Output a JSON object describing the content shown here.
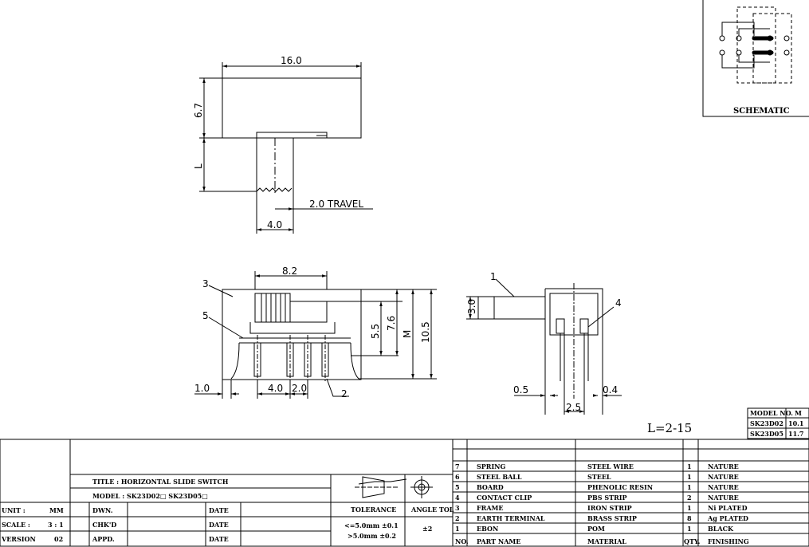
{
  "top_view": {
    "width_dim": "16.0",
    "height_dim": "6.7",
    "lever_length_dim": "L",
    "lever_width_dim": "4.0",
    "travel_label": "2.0 TRAVEL"
  },
  "front_view": {
    "top_dim": "8.2",
    "dim_a": "5.5",
    "dim_b": "7.6",
    "dim_m": "M",
    "dim_c": "10.5",
    "left_dim": "1.0",
    "pitch_dim": "4.0",
    "pitch2_dim": "2.0",
    "callout_3": "3",
    "callout_5": "5",
    "callout_2": "2"
  },
  "side_view": {
    "height_dim": "3.0",
    "dim_left": "0.5",
    "dim_right": "0.4",
    "dim_bottom": "2.5",
    "callout_1": "1",
    "callout_4": "4"
  },
  "schematic": {
    "label": "SCHEMATIC"
  },
  "l_range": "L=2-15",
  "model_table": {
    "headers": [
      "MODEL NO.",
      "M"
    ],
    "rows": [
      [
        "SK23D02",
        "10.1"
      ],
      [
        "SK23D05",
        "11.7"
      ]
    ]
  },
  "title_block": {
    "title": "TITLE  :  HORIZONTAL SLIDE SWITCH",
    "model": "MODEL  :  SK23D02□   SK23D05□",
    "unit_label": "UNIT  :",
    "unit_value": "MM",
    "scale_label": "SCALE  :",
    "scale_value": "3 : 1",
    "version_label": "VERSION",
    "version_value": "02",
    "dwn": "DWN.",
    "chkd": "CHK'D",
    "appd": "APPD.",
    "date1": "DATE",
    "date2": "DATE",
    "date3": "DATE",
    "tolerance_header": "TOLERANCE",
    "angle_tol_header": "ANGLE TOL",
    "tol_line1": "<=5.0mm ±0.1",
    "tol_line2": ">5.0mm ±0.2",
    "angle_tol_value": "±2"
  },
  "bom": {
    "headers": [
      "NO.",
      "PART  NAME",
      "MATERIAL",
      "QTY.",
      "FINISHING"
    ],
    "rows": [
      [
        "7",
        "SPRING",
        "STEEL WIRE",
        "1",
        "NATURE"
      ],
      [
        "6",
        "STEEL BALL",
        "STEEL",
        "1",
        "NATURE"
      ],
      [
        "5",
        "BOARD",
        "PHENOLIC RESIN",
        "1",
        "NATURE"
      ],
      [
        "4",
        "CONTACT CLIP",
        "PBS STRIP",
        "2",
        "NATURE"
      ],
      [
        "3",
        "FRAME",
        "IRON STRIP",
        "1",
        "Ni PLATED"
      ],
      [
        "2",
        "EARTH TERMINAL",
        "BRASS STRIP",
        "8",
        "Ag PLATED"
      ],
      [
        "1",
        "EBON",
        "POM",
        "1",
        "BLACK"
      ]
    ]
  }
}
